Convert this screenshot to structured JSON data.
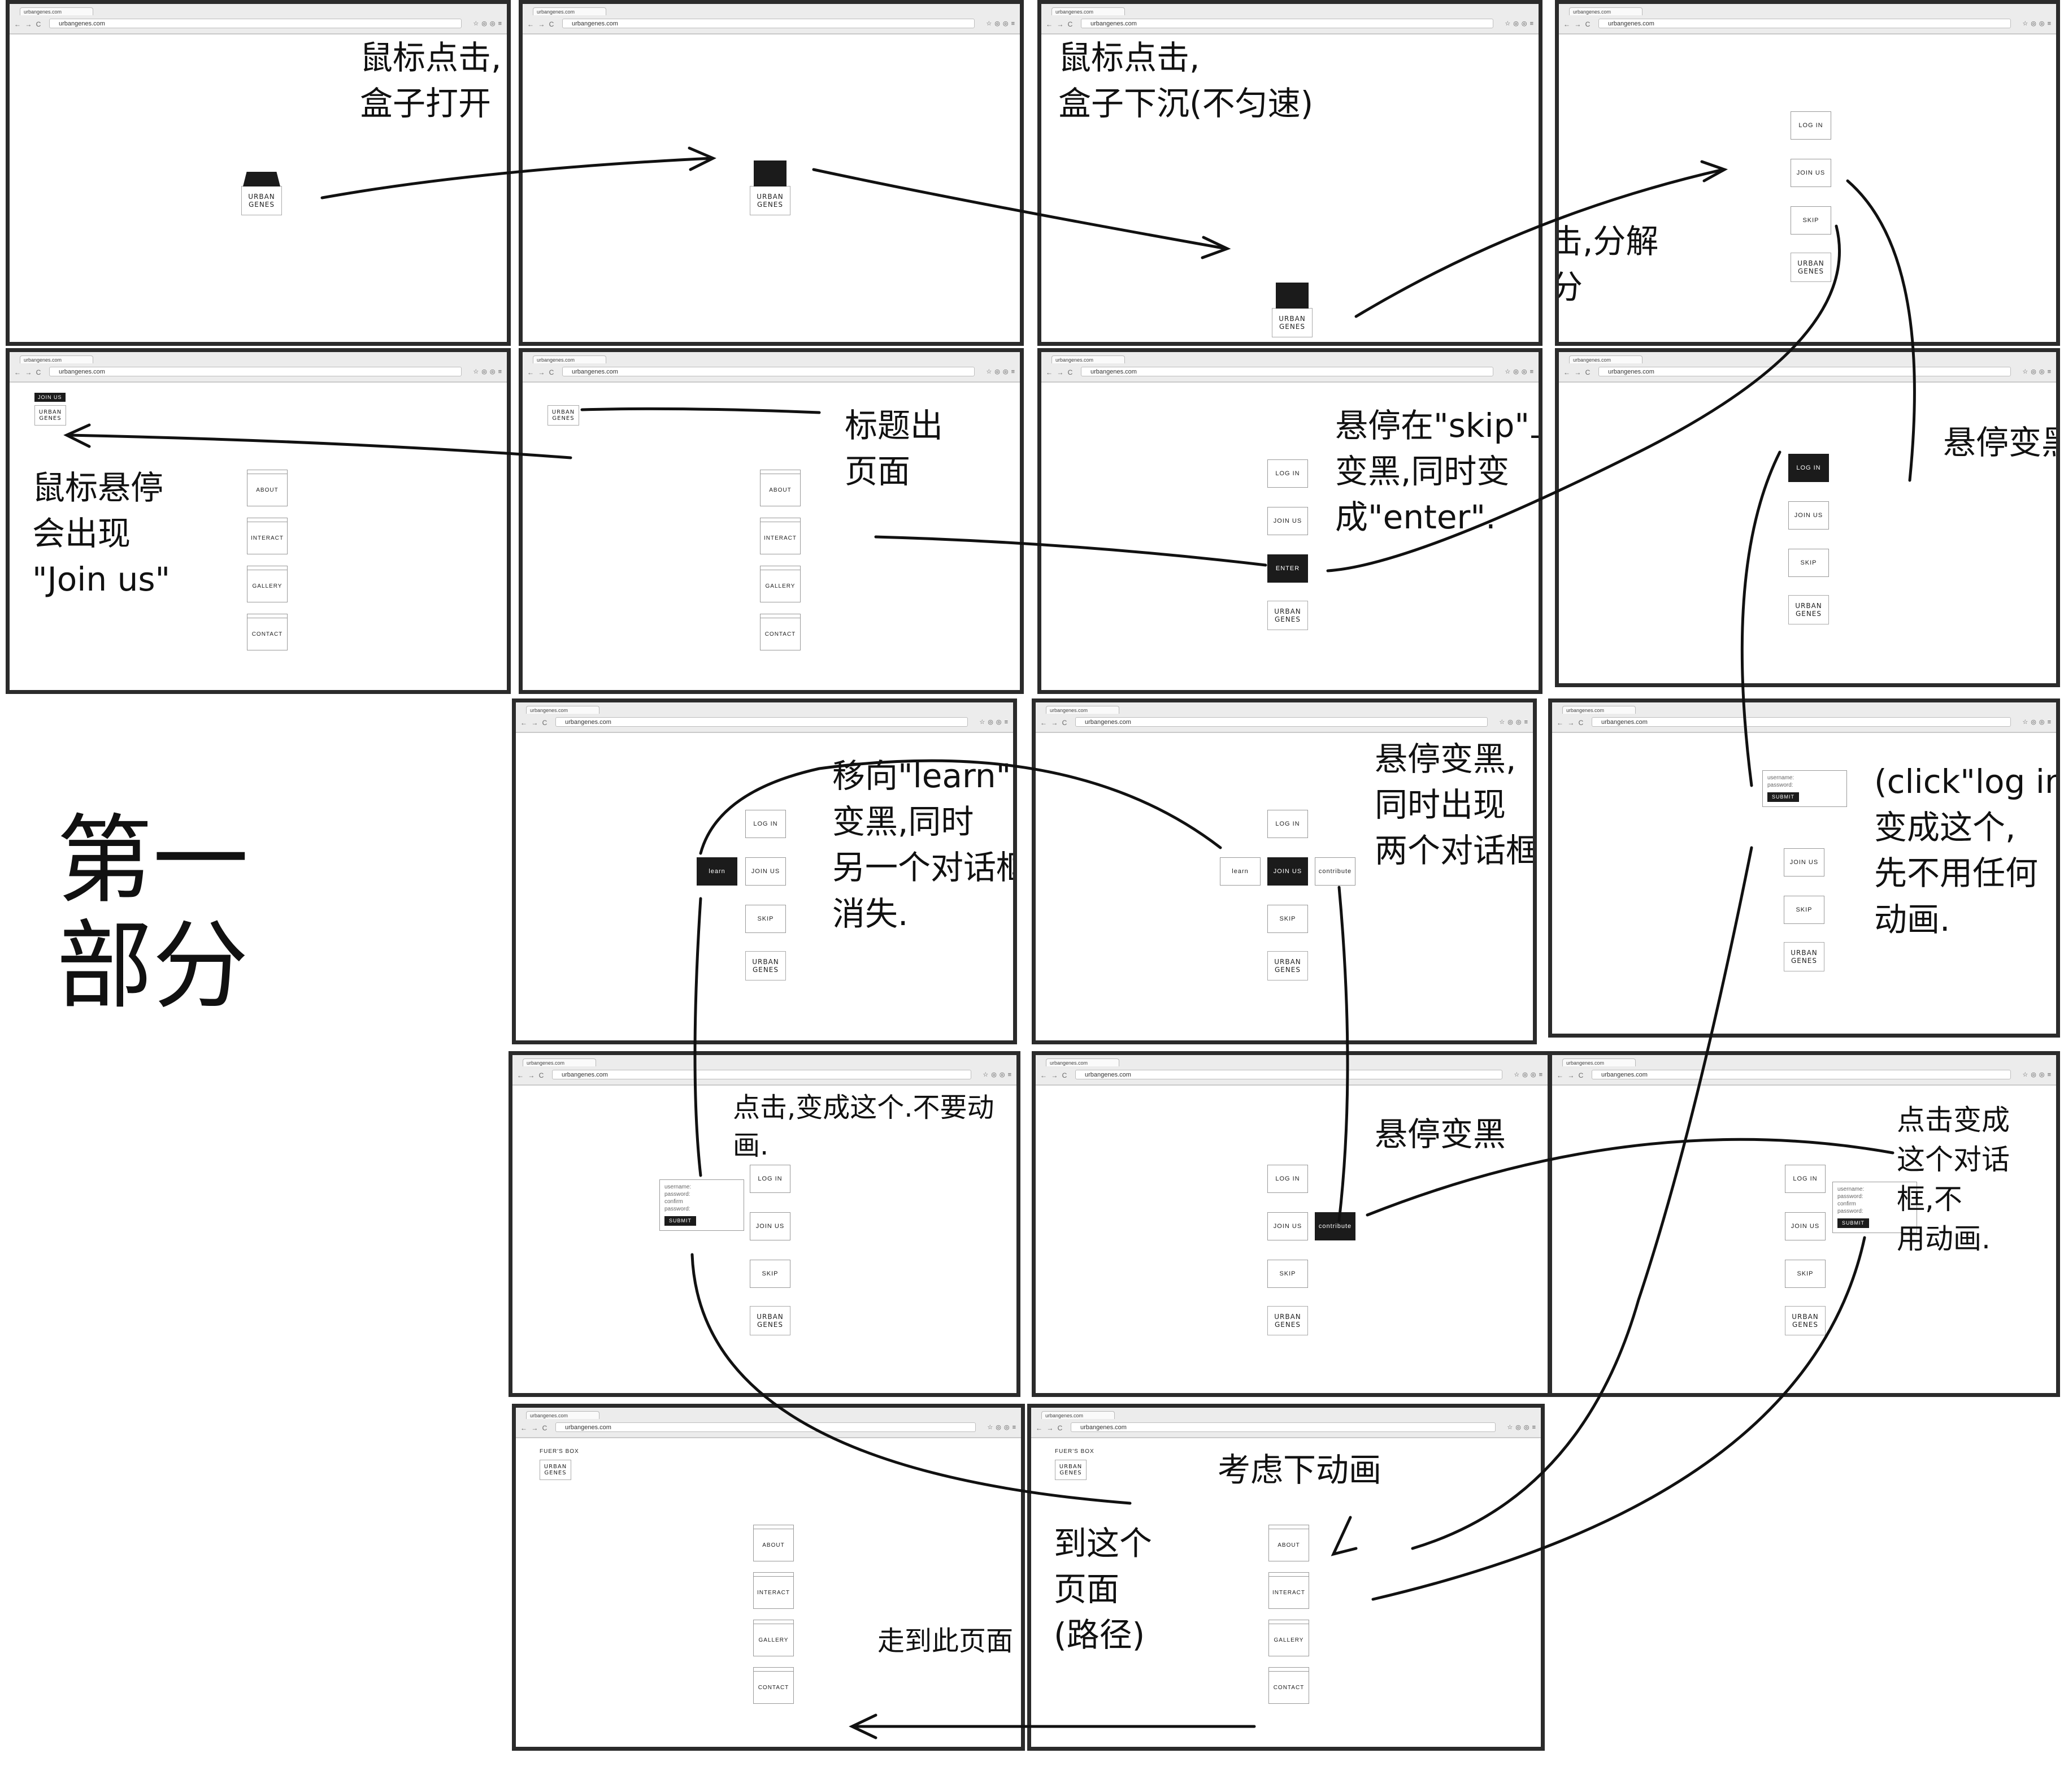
{
  "browser": {
    "tab": "urbangenes.com",
    "url": "urbangenes.com",
    "nav": "← → C",
    "ext": "☆ ◎ ◎ ≡"
  },
  "logo": "URBAN\nGENES",
  "buttons": {
    "login": "LOG IN",
    "join": "JOIN US",
    "skip": "SKIP",
    "enter": "ENTER",
    "learn": "learn",
    "contribute": "contribute",
    "submit": "SUBMIT"
  },
  "menu": {
    "about": "ABOUT",
    "interact": "INTERACT",
    "gallery": "GALLERY",
    "contact": "CONTACT"
  },
  "form": {
    "username": "username:",
    "password": "password:",
    "confirm": "confirm",
    "password2": "password:"
  },
  "fuers": "FUER'S BOX",
  "notes": {
    "p1": "鼠标点击,\n盒子打开",
    "p3": "鼠标点击,\n盒子下沉(不匀速)",
    "p4": "再次点击,分解\n成四部分",
    "p5": "鼠标悬停\n会出现\n\"Join us\"",
    "p6": "标题出\n页面",
    "p7": "悬停在\"skip\"上\n变黑,同时变\n成\"enter\".",
    "p8": "悬停变黑",
    "p9": "移向\"learn\"\n变黑,同时\n另一个对话框\n消失.",
    "p10": "悬停变黑,\n同时出现\n两个对话框.",
    "p11": "(click\"log in\",\n变成这个,\n先不用任何\n动画.",
    "p12": "点击,变成这个.不要动\n画.",
    "p13": "悬停变黑",
    "p14": "点击变成\n这个对话\n框,不\n用动画.",
    "p16a": "考虑下动画",
    "p16b": "到这个\n页面\n(路径)",
    "p15": "走到此页面",
    "big": "第一\n部分"
  }
}
